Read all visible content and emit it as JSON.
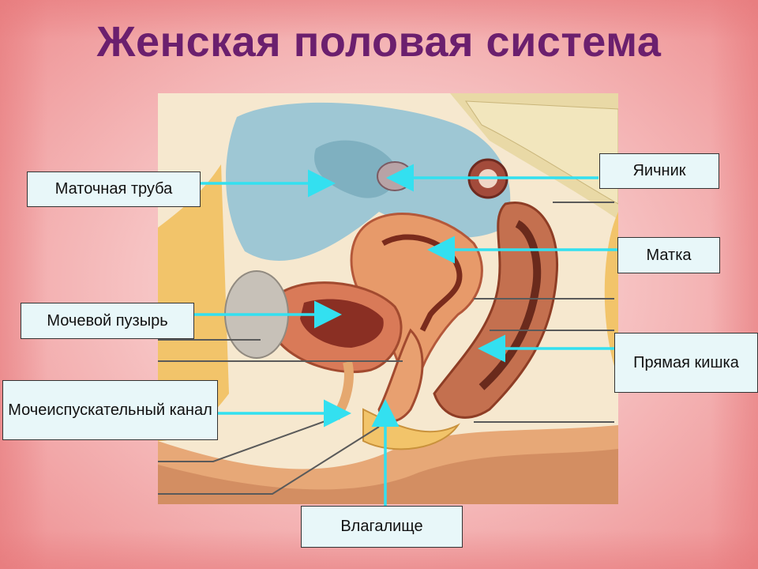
{
  "title": "Женская половая система",
  "labels": {
    "fallopian_tube": "Маточная труба",
    "ovary": "Яичник",
    "uterus": "Матка",
    "bladder": "Мочевой пузырь",
    "rectum": "Прямая кишка",
    "urethra": "Мочеиспускательный канал",
    "vagina": "Влагалище"
  },
  "colors": {
    "title": "#6b1f6e",
    "arrow": "#33e0f0",
    "label_bg": "#e8f7f9"
  }
}
